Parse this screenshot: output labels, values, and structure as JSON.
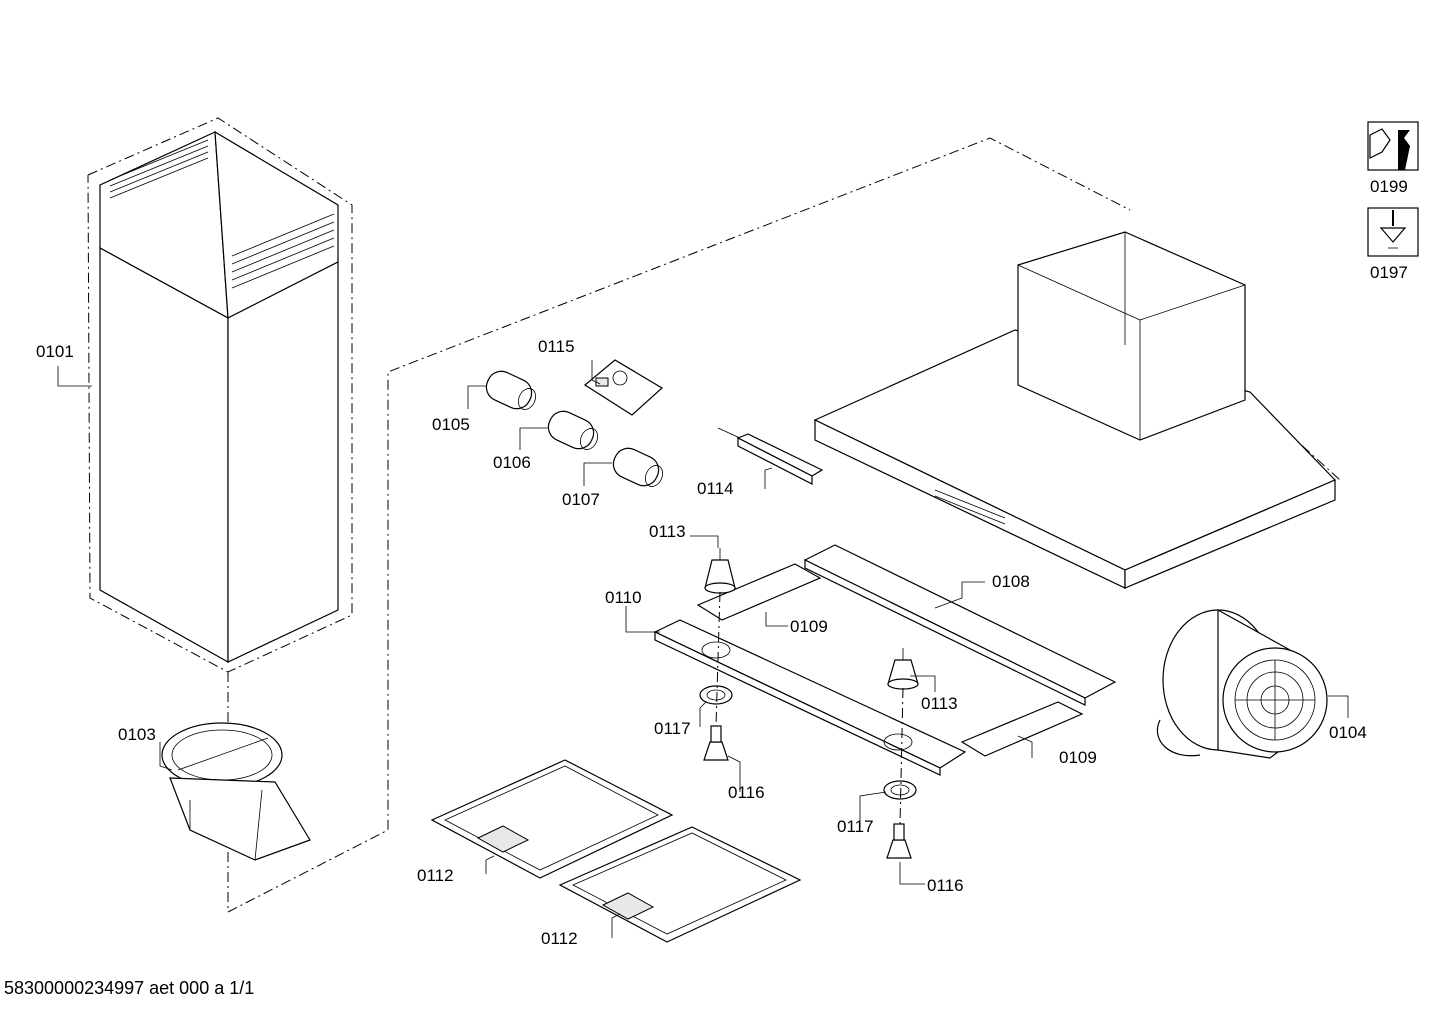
{
  "labels": {
    "p0101": "0101",
    "p0103": "0103",
    "p0104": "0104",
    "p0105": "0105",
    "p0106": "0106",
    "p0107": "0107",
    "p0108": "0108",
    "p0109a": "0109",
    "p0109b": "0109",
    "p0110": "0110",
    "p0112a": "0112",
    "p0112b": "0112",
    "p0113a": "0113",
    "p0113b": "0113",
    "p0114": "0114",
    "p0115": "0115",
    "p0116a": "0116",
    "p0116b": "0116",
    "p0117a": "0117",
    "p0117b": "0117",
    "p0197": "0197",
    "p0199": "0199"
  },
  "icons": {
    "service": "wrench-hex-icon",
    "screw": "screwdriver-icon"
  },
  "footer": {
    "doc_id": "58300000234997 aet 000 a 1/1"
  }
}
